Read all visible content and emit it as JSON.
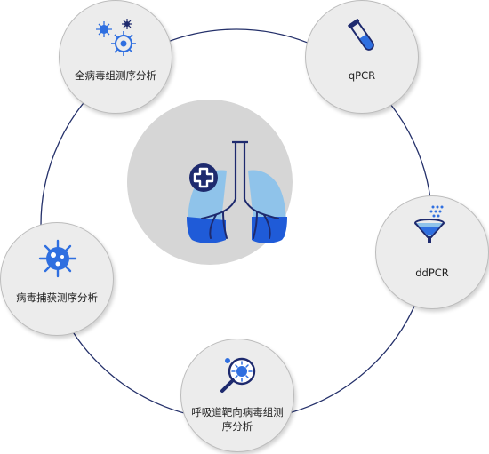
{
  "nodes": {
    "wgs": {
      "label": "全病毒组测序分析",
      "icon": "virus-cluster-icon"
    },
    "qpcr": {
      "label": "qPCR",
      "icon": "test-tube-icon"
    },
    "ddpcr": {
      "label": "ddPCR",
      "icon": "funnel-droplets-icon"
    },
    "capture": {
      "label": "病毒捕获测序分析",
      "icon": "virus-icon"
    },
    "targeted": {
      "label": "呼吸道靶向病毒组测序分析",
      "icon": "magnifier-virus-icon"
    }
  },
  "center": {
    "icon": "lungs-medical-icon"
  },
  "colors": {
    "navy": "#1e2a6e",
    "blue": "#2f6fe0",
    "light_blue": "#8fc3ea",
    "deep_blue": "#1f5bd8"
  }
}
